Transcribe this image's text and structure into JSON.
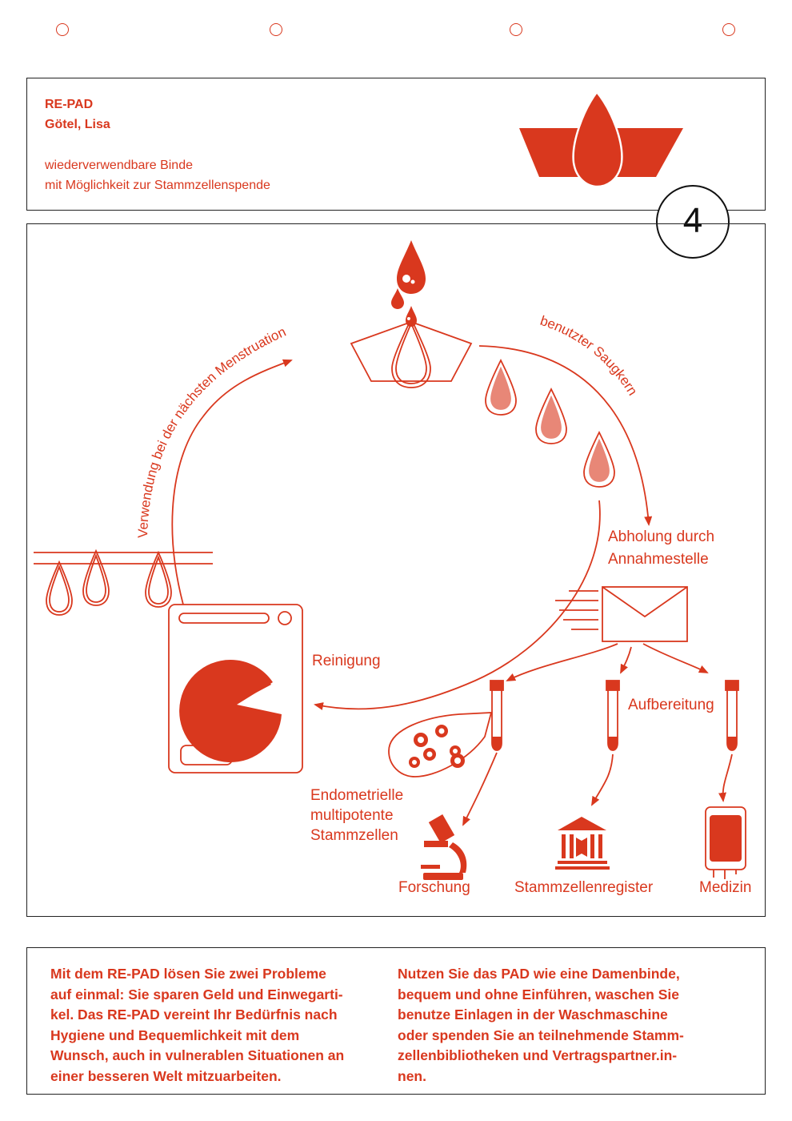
{
  "header": {
    "project": "RE-PAD",
    "author": "Götel, Lisa",
    "desc_line1": "wiederverwendbare Binde",
    "desc_line2": "mit Möglichkeit zur Stammzellenspende"
  },
  "number": "4",
  "diagram": {
    "arc_label_left": "Verwendung bei der nächsten Menstruation",
    "arc_label_right": "benutzter Saugkern",
    "pickup_line1": "Abholung durch",
    "pickup_line2": "Annahmestelle",
    "cleaning": "Reinigung",
    "processing": "Aufbereitung",
    "cells_line1": "Endometrielle",
    "cells_line2": "multipotente",
    "cells_line3": "Stammzellen",
    "research": "Forschung",
    "registry": "Stammzellenregister",
    "medicine": "Medizin"
  },
  "footer": {
    "left_line1": "Mit dem RE-PAD lösen Sie zwei Probleme",
    "left_line2": "auf einmal: Sie sparen Geld und Einwegarti-",
    "left_line3": "kel.  Das RE-PAD vereint  Ihr Bedürfnis nach",
    "left_line4": "Hygiene und Bequemlichkeit mit dem",
    "left_line5": "Wunsch, auch in vulnerablen Situationen an",
    "left_line6": "einer besseren Welt mitzuarbeiten.",
    "right_line1": "Nutzen Sie das PAD wie eine Damenbinde,",
    "right_line2": "bequem und  ohne Einführen,  waschen Sie",
    "right_line3": "benutze Einlagen  in der Waschmaschine",
    "right_line4": "oder spenden Sie  an teilnehmende Stamm-",
    "right_line5": "zellenbibliotheken und Vertragspartner.in-",
    "right_line6": "nen."
  },
  "colors": {
    "accent": "#d9381e",
    "outline": "#222222"
  },
  "icons": [
    "blood-drop-icon",
    "pad-icon",
    "used-core-icon",
    "envelope-icon",
    "washing-machine-icon",
    "test-tube-icon",
    "microscope-icon",
    "bank-icon",
    "blood-bag-icon",
    "clothesline-icon"
  ]
}
